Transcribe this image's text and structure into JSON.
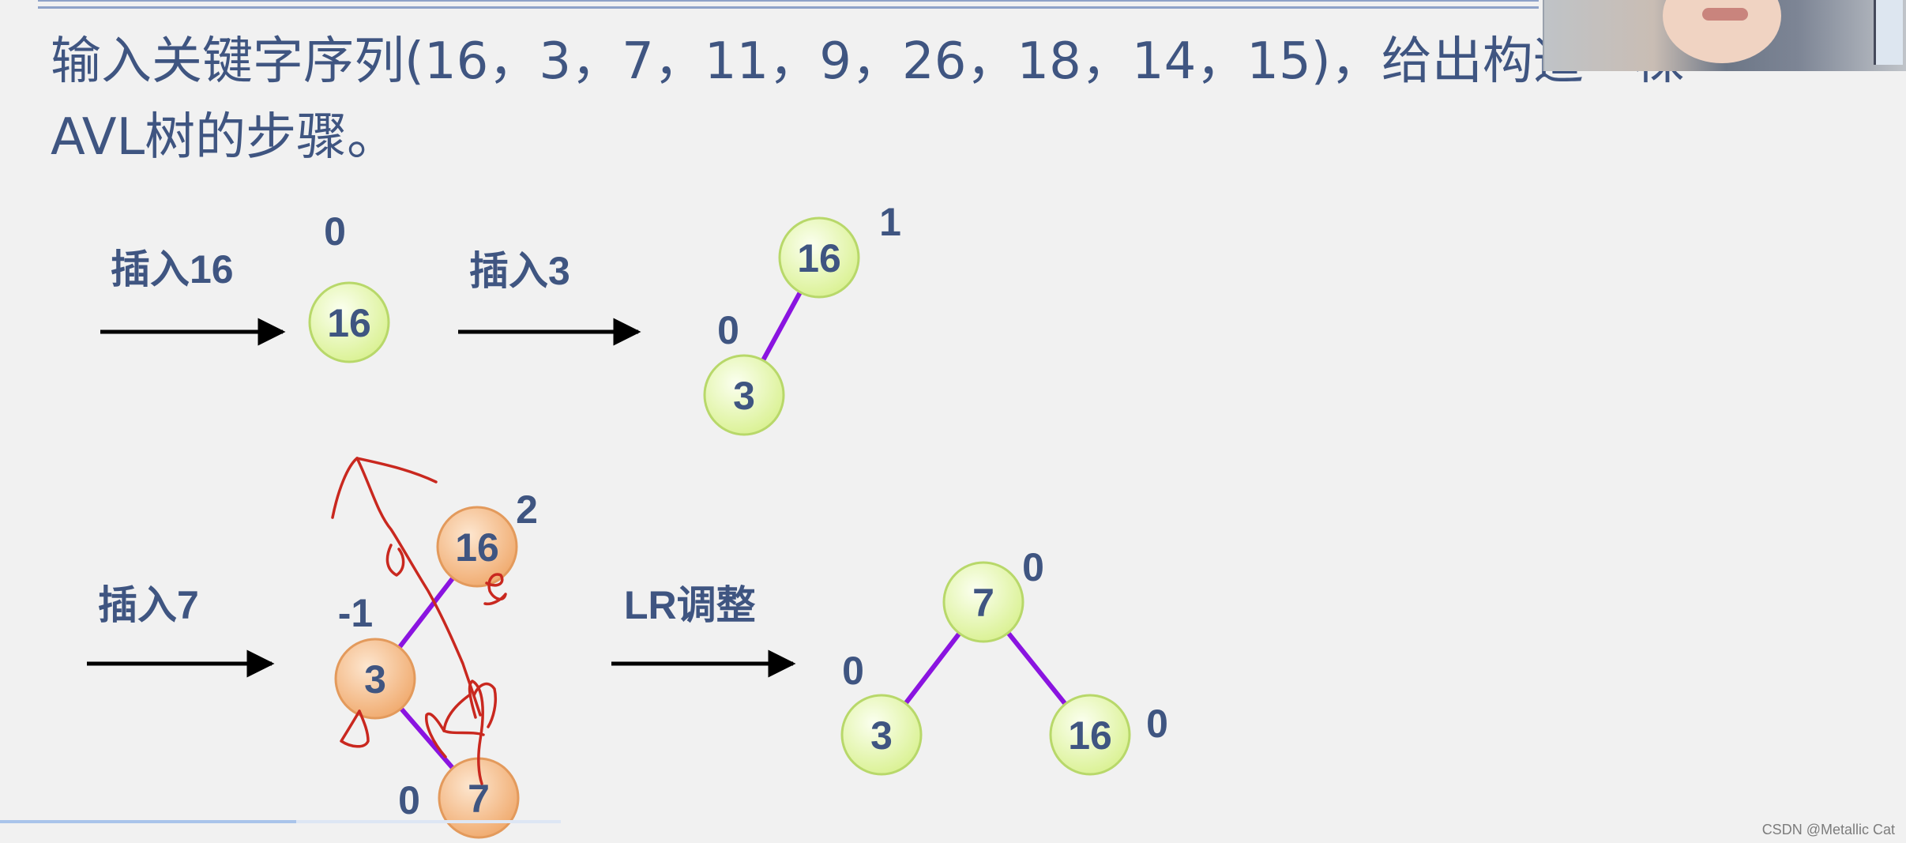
{
  "title_line1": "输入关键字序列(16，3，7，11，9，26，18，14，15)，给出构造一棵",
  "title_line2": "AVL树的步骤。",
  "watermark": "CSDN @Metallic Cat",
  "colors": {
    "text": "#3f5581",
    "node_green": "#e9f9b6",
    "node_orange": "#f7c89a",
    "edge": "#8a14e0",
    "ink": "#c9281f",
    "arrow": "#000000"
  },
  "diagram": {
    "steps": [
      {
        "label": "插入16",
        "nodes": [
          {
            "key": "16",
            "bf": "0"
          }
        ]
      },
      {
        "label": "插入3",
        "nodes": [
          {
            "key": "16",
            "bf": "1"
          },
          {
            "key": "3",
            "bf": "0"
          }
        ]
      },
      {
        "label": "插入7",
        "nodes": [
          {
            "key": "16",
            "bf": "2"
          },
          {
            "key": "3",
            "bf": "-1"
          },
          {
            "key": "7",
            "bf": "0"
          }
        ]
      },
      {
        "label": "LR调整",
        "nodes": [
          {
            "key": "7",
            "bf": "0"
          },
          {
            "key": "3",
            "bf": "0"
          },
          {
            "key": "16",
            "bf": "0"
          }
        ]
      }
    ]
  }
}
